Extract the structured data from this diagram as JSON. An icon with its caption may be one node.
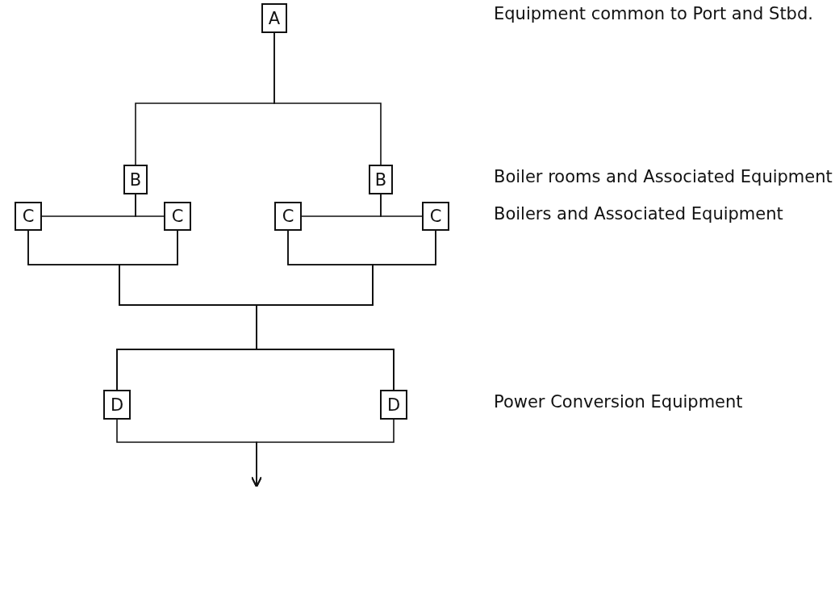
{
  "diagram": {
    "nodes": [
      {
        "text": [
          "A"
        ]
      },
      {
        "text": [
          "B"
        ]
      },
      {
        "text": [
          "B"
        ]
      },
      {
        "text": [
          "C"
        ]
      },
      {
        "text": [
          "C"
        ]
      },
      {
        "text": [
          "C"
        ]
      },
      {
        "text": [
          "C"
        ]
      },
      {
        "text": [
          "D"
        ]
      },
      {
        "text": [
          "D"
        ]
      }
    ],
    "edges": [
      {
        "from": 0,
        "to": 1,
        "arrow": "none"
      },
      {
        "from": 0,
        "to": 2,
        "arrow": "none"
      },
      {
        "from": 1,
        "to": 3,
        "arrow": "none"
      },
      {
        "from": 1,
        "to": 4,
        "arrow": "none"
      },
      {
        "from": 2,
        "to": 5,
        "arrow": "none"
      },
      {
        "from": 2,
        "to": 6,
        "arrow": "none"
      },
      {
        "from": 3,
        "to": 7,
        "arrow": "none"
      },
      {
        "from": 3,
        "to": 8,
        "arrow": "none"
      },
      {
        "from": 4,
        "to": 7,
        "arrow": "none"
      },
      {
        "from": 4,
        "to": 8,
        "arrow": "none"
      },
      {
        "from": 5,
        "to": 7,
        "arrow": "none"
      },
      {
        "from": 5,
        "to": 8,
        "arrow": "none"
      },
      {
        "from": 6,
        "to": 7,
        "arrow": "none"
      },
      {
        "from": 6,
        "to": 8,
        "arrow": "none"
      },
      {
        "from": 7,
        "to": null,
        "arrow": "to"
      },
      {
        "from": 8,
        "to": null,
        "arrow": "to"
      }
    ],
    "labels": [
      "Equipment common to Port and Stbd.",
      "Boiler rooms and Associated Equipment",
      "Boilers and Associated Equipment",
      "Power Conversion Equipment"
    ]
  }
}
